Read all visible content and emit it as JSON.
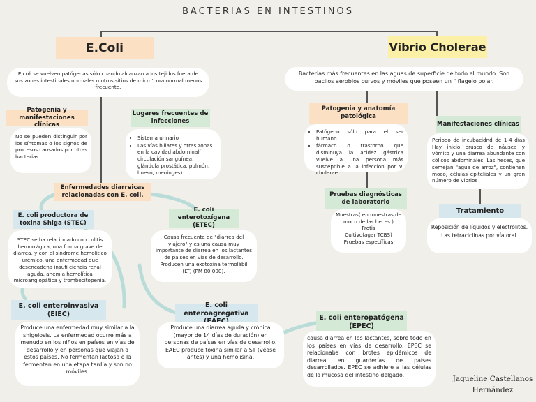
{
  "title": "BACTERIAS EN INTESTINOS",
  "ecoli": {
    "title": "E.Coli",
    "description": "E.coli se vuelven patógenas sólo cuando alcanzan a los tejidos fuera de sus zonas intestinales normales u otros sitios de micro'' ora normal menos frecuente.",
    "patogenia": {
      "title": "Patogenia y manifestaciones clínicas",
      "text": "No se pueden distinguir por los síntomas o los signos de procesos causados por otras bacterias."
    },
    "lugares": {
      "title": "Lugares frecuentes de infecciones",
      "items": [
        "Sistema urinario",
        "Las vías biliares y otras zonas en la cavidad abdominal( circulación sanguínea, glándula prostática, pulmón, hueso, meninges)"
      ]
    },
    "enfermedades": {
      "title": "Enfermedades diarreicas relacionadas con E. coli."
    },
    "stec": {
      "title": "E. coli productora de toxina Shiga (STEC)",
      "text": "STEC se ha relacionado con colitis hemorrágica, una forma grave de diarrea, y con el síndrome hemolítico urémico, una enfermedad que desencadena insufi ciencia renal aguda, anemia hemolítica microangiopática y trombocitopenia."
    },
    "etec": {
      "title": "E. coli enterotoxígena (ETEC)",
      "text": "Causa frecuente de \"diarrea del viajero\" y es una causa muy importante de diarrea en los lactantes de países en vías de desarrollo. Producen una exotoxina termolábil (LT) (PM 80 000)."
    },
    "eiec": {
      "title": "E. coli enteroinvasiva (EIEC)",
      "text": "Produce una enfermedad muy similar a la shigelosis. La enfermedad ocurre más a menudo en los niños en países en vías de desarrollo y en personas que viajan a estos países. No fermentan lactosa o la fermentan en una etapa tardía y son no móviles."
    },
    "eaec": {
      "title": "E. coli enteroagregativa (EAEC)",
      "text": "Produce una diarrea aguda y crónica (mayor de 14 días de duración) en personas de países en vías de desarrollo. EAEC produce toxina similar a ST (véase antes) y una hemolisina."
    },
    "epec": {
      "title": "E. coli enteropatógena (EPEC)",
      "text": "causa diarrea en los lactantes, sobre todo en los países en vías de desarrollo. EPEC se relacionaba con brotes epidémicos de diarrea en guarderías de países desarrollados. EPEC se adhiere a las células de la mucosa del intestino delgado."
    }
  },
  "vibrio": {
    "title": "Vibrio Cholerae",
    "description": "Bacterias más frecuentes en las aguas de superficie de todo el mundo. Son bacilos aerobios curvos y móviles que poseen un \" flagelo polar.",
    "patogenia": {
      "title": "Patogenia y anatomía patológica",
      "items": [
        "Patógeno sólo para el ser humano.",
        "fármaco o trastorno que disminuya la acidez gástrica vuelve a una persona más susceptible a la infección por V. cholerae."
      ]
    },
    "manifestaciones": {
      "title": "Manifestaciones clínicas",
      "text": "Periodo de incubacidnd de 1-4 días Hay inicio brusco de náusea y vómito y una diarrea abundante con cólicos abdominales. Las heces, que semejan \"agua de arroz\", contienen moco, células epiteliales y un gran número de vibrios"
    },
    "pruebas": {
      "title": "Pruebas diagnósticas de laboratorio",
      "lines": [
        "Muestras( en muestras de moco de las heces.)",
        "Frotis",
        "Cultivo(agar TCBS)",
        "Pruebas específicas"
      ]
    },
    "tratamiento": {
      "title": "Tratamiento",
      "lines": [
        "Reposición de líquidos y electrólitos.",
        "Las tetraciclinas por vía oral."
      ]
    }
  },
  "author": {
    "line1": "Jaqueline Castellanos",
    "line2": "Hernández"
  },
  "colors": {
    "background": "#f0efe9",
    "peach": "#fbe0c3",
    "yellow": "#fbf0a6",
    "green": "#d4e9d6",
    "blue": "#d6e8ee",
    "connector_teal": "#b9dcd8"
  }
}
